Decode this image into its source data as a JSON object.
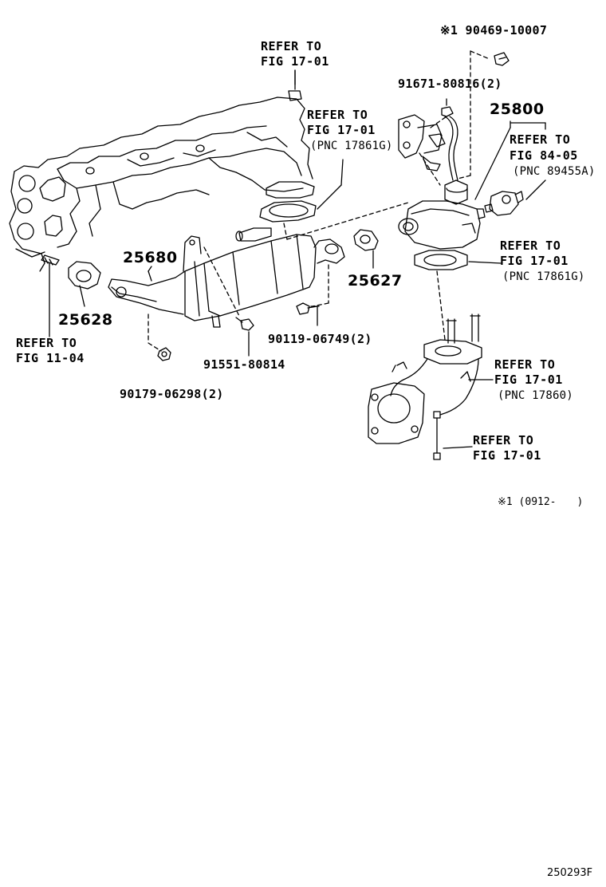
{
  "labels": {
    "refer_top_left": {
      "line1": "REFER TO",
      "line2": "FIG 17-01"
    },
    "refer_manifold": {
      "line1": "REFER TO",
      "line2": "FIG 17-01",
      "pnc": "(PNC 17861G)"
    },
    "refer_sensor": {
      "line1": "REFER TO",
      "line2": "FIG 84-05",
      "pnc": "(PNC 89455A)"
    },
    "refer_gasket": {
      "line1": "REFER TO",
      "line2": "FIG 17-01",
      "pnc": "(PNC 17861G)"
    },
    "refer_pipe": {
      "line1": "REFER TO",
      "line2": "FIG 17-01",
      "pnc": "(PNC 17860)"
    },
    "refer_bolt": {
      "line1": "REFER TO",
      "line2": "FIG 17-01"
    },
    "refer_stud": {
      "line1": "REFER TO",
      "line2": "FIG 11-04"
    }
  },
  "parts": {
    "p90469": "※1 90469-10007",
    "p91671": "91671-80816(2)",
    "p25800": "25800",
    "p25680": "25680",
    "p25627": "25627",
    "p25628": "25628",
    "p90119": "90119-06749(2)",
    "p91551": "91551-80814",
    "p90179": "90179-06298(2)"
  },
  "footnote": "※1 (0912-　　)",
  "diagram_code": "250293F"
}
